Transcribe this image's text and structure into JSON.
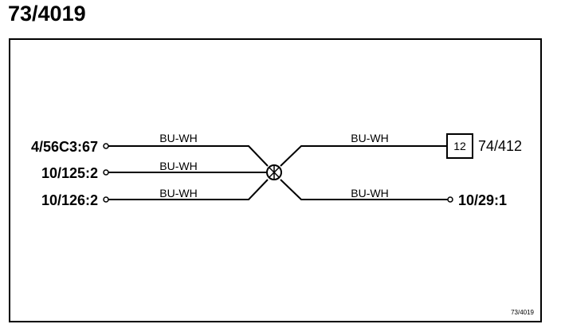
{
  "title": "73/4019",
  "reference": "73/4019",
  "colors": {
    "line": "#000000",
    "background": "#ffffff"
  },
  "left_terminals": [
    {
      "label": "4/56C3:67",
      "wire": "BU-WH"
    },
    {
      "label": "10/125:2",
      "wire": "BU-WH"
    },
    {
      "label": "10/126:2",
      "wire": "BU-WH"
    }
  ],
  "right_top": {
    "wire": "BU-WH",
    "pin": "12",
    "connector": "74/412"
  },
  "right_bottom": {
    "wire": "BU-WH",
    "label": "10/29:1"
  },
  "splice_icon": "splice-node-icon"
}
